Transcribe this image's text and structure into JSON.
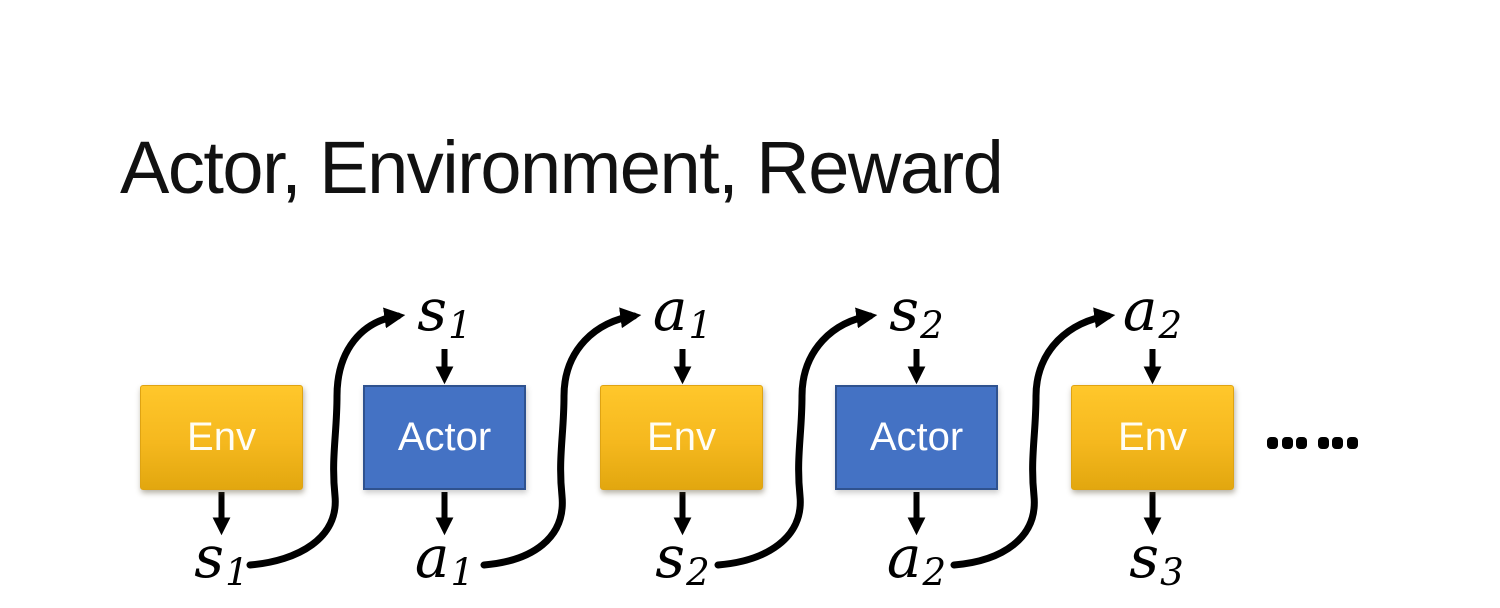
{
  "title": "Actor, Environment, Reward",
  "boxes": [
    {
      "label": "Env",
      "role": "environment"
    },
    {
      "label": "Actor",
      "role": "actor"
    },
    {
      "label": "Env",
      "role": "environment"
    },
    {
      "label": "Actor",
      "role": "actor"
    },
    {
      "label": "Env",
      "role": "environment"
    }
  ],
  "top_labels": [
    {
      "base": "s",
      "sub": "1"
    },
    {
      "base": "a",
      "sub": "1"
    },
    {
      "base": "s",
      "sub": "2"
    },
    {
      "base": "a",
      "sub": "2"
    }
  ],
  "bottom_labels": [
    {
      "base": "s",
      "sub": "1"
    },
    {
      "base": "a",
      "sub": "1"
    },
    {
      "base": "s",
      "sub": "2"
    },
    {
      "base": "a",
      "sub": "2"
    },
    {
      "base": "s",
      "sub": "3"
    }
  ],
  "continuation_dots": "……",
  "colors": {
    "env_gradient_top": "#FFC72B",
    "env_gradient_bottom": "#E2A70F",
    "env_border": "#DFA312",
    "actor_fill": "#4472C4",
    "actor_border": "#2F528F",
    "box_text": "#FFFFFF",
    "arrow_ink": "#000000",
    "title_ink": "#111111"
  }
}
